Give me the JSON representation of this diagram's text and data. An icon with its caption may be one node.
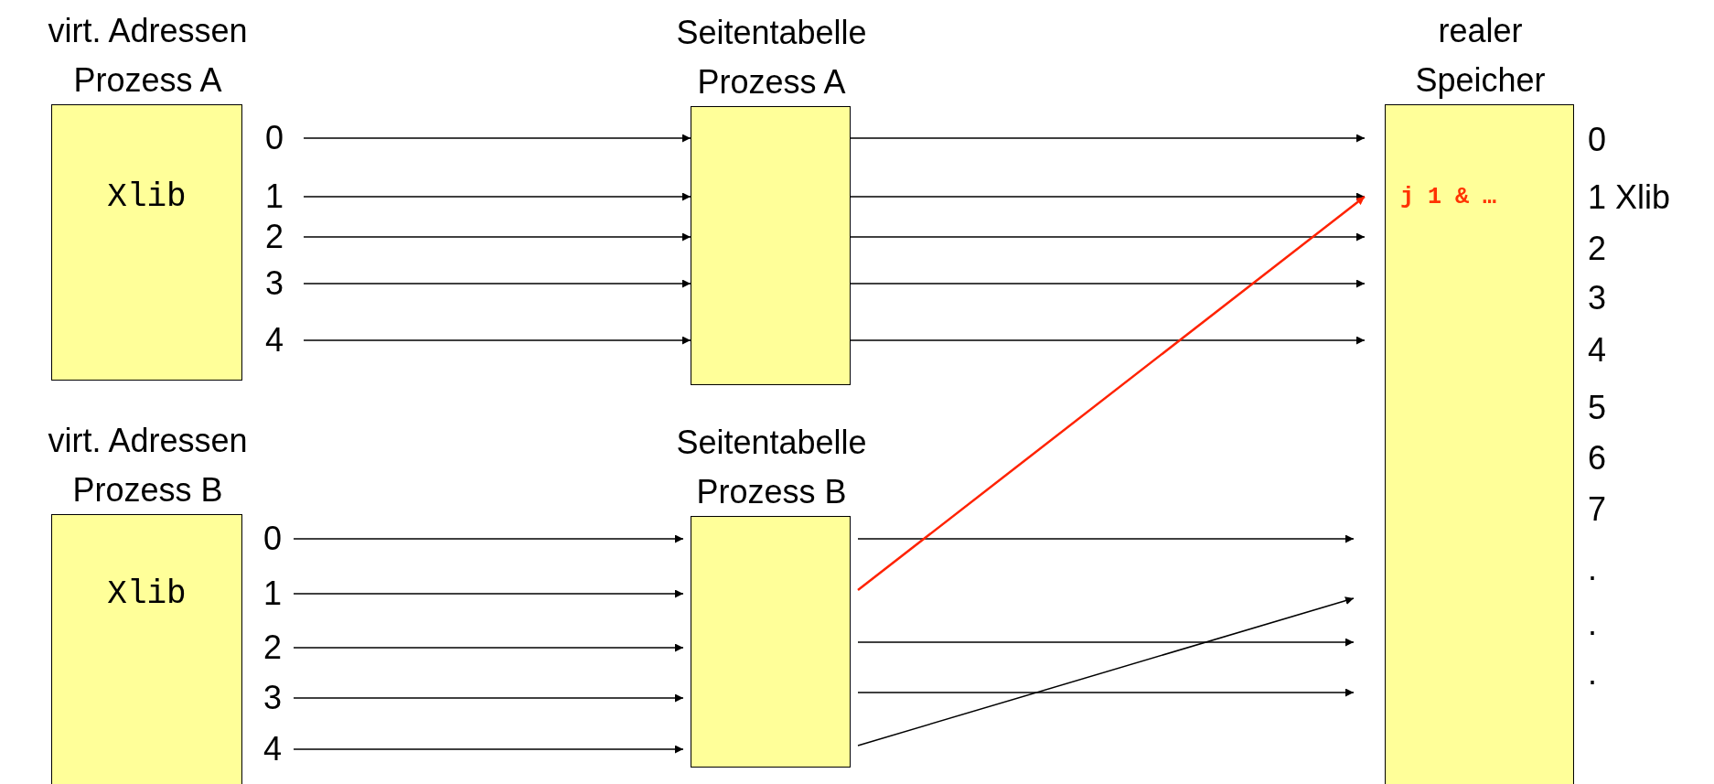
{
  "diagram": {
    "nodes": [
      {
        "text": [
          "virt. Adressen Prozess A",
          "Xlib"
        ]
      },
      {
        "text": [
          "0"
        ]
      },
      {
        "text": [
          "1"
        ]
      },
      {
        "text": [
          "2"
        ]
      },
      {
        "text": [
          "3"
        ]
      },
      {
        "text": [
          "4"
        ]
      },
      {
        "text": [
          "Seitentabelle Prozess A"
        ]
      },
      {
        "text": [
          "realer Speicher",
          "j 1 & …"
        ],
        "beside": [
          "0",
          "1 Xlib",
          "2",
          "3",
          "4",
          "5",
          "6",
          "7",
          ".",
          ".",
          "."
        ]
      },
      {
        "text": [
          "virt. Adressen Prozess B",
          "Xlib"
        ]
      },
      {
        "text": [
          "0"
        ]
      },
      {
        "text": [
          "1"
        ]
      },
      {
        "text": [
          "2"
        ]
      },
      {
        "text": [
          "3"
        ]
      },
      {
        "text": [
          "4"
        ]
      },
      {
        "text": [
          "Seitentabelle Prozess B"
        ]
      }
    ],
    "edges": [
      {
        "from": 1,
        "to": 6,
        "arrow": "to"
      },
      {
        "from": 2,
        "to": 6,
        "arrow": "to"
      },
      {
        "from": 3,
        "to": 6,
        "arrow": "to"
      },
      {
        "from": 4,
        "to": 6,
        "arrow": "to"
      },
      {
        "from": 5,
        "to": 6,
        "arrow": "to"
      },
      {
        "from": 6,
        "to": 7,
        "arrow": "to"
      },
      {
        "from": 6,
        "to": 7,
        "arrow": "to"
      },
      {
        "from": 6,
        "to": 7,
        "arrow": "to"
      },
      {
        "from": 6,
        "to": 7,
        "arrow": "to"
      },
      {
        "from": 6,
        "to": 7,
        "arrow": "to"
      },
      {
        "from": 9,
        "to": 14,
        "arrow": "to"
      },
      {
        "from": 10,
        "to": 14,
        "arrow": "to"
      },
      {
        "from": 11,
        "to": 14,
        "arrow": "to"
      },
      {
        "from": 12,
        "to": 14,
        "arrow": "to"
      },
      {
        "from": 13,
        "to": 14,
        "arrow": "to"
      },
      {
        "from": 14,
        "to": 7,
        "arrow": "to"
      },
      {
        "from": 14,
        "to": 7,
        "arrow": "to",
        "color": "#ff2200"
      },
      {
        "from": 14,
        "to": 7,
        "arrow": "to"
      },
      {
        "from": 14,
        "to": 7,
        "arrow": "to"
      },
      {
        "from": 14,
        "to": 7,
        "arrow": "to"
      }
    ]
  }
}
